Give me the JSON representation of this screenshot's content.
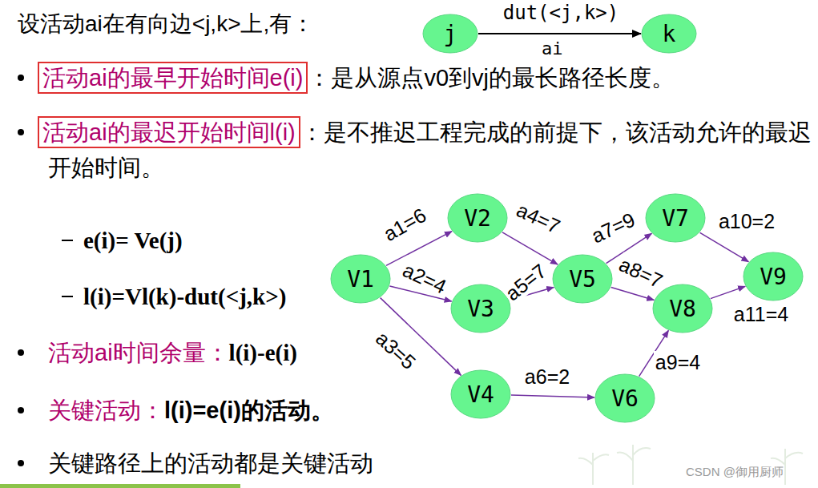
{
  "diagram": {
    "nodes": [
      {
        "text": [
          "j"
        ]
      },
      {
        "text": [
          "k"
        ]
      },
      {
        "text": [
          "V1"
        ]
      },
      {
        "text": [
          "V2"
        ]
      },
      {
        "text": [
          "V3"
        ]
      },
      {
        "text": [
          "V4"
        ]
      },
      {
        "text": [
          "V5"
        ]
      },
      {
        "text": [
          "V6"
        ]
      },
      {
        "text": [
          "V7"
        ]
      },
      {
        "text": [
          "V8"
        ]
      },
      {
        "text": [
          "V9"
        ]
      }
    ],
    "edges": [
      {
        "from": 0,
        "to": 1,
        "arrow": "to",
        "label": "dut(<j,k>)"
      },
      {
        "from": 2,
        "to": 3,
        "arrow": "to",
        "label": "a1=6"
      },
      {
        "from": 2,
        "to": 4,
        "arrow": "to",
        "label": "a2=4"
      },
      {
        "from": 2,
        "to": 5,
        "arrow": "to",
        "label": "a3=5"
      },
      {
        "from": 3,
        "to": 6,
        "arrow": "to",
        "label": "a4=7"
      },
      {
        "from": 4,
        "to": 6,
        "arrow": "to",
        "label": "a5=7"
      },
      {
        "from": 5,
        "to": 7,
        "arrow": "to",
        "label": "a6=2"
      },
      {
        "from": 6,
        "to": 8,
        "arrow": "to",
        "label": "a7=9"
      },
      {
        "from": 6,
        "to": 9,
        "arrow": "to",
        "label": "a8=7"
      },
      {
        "from": 7,
        "to": 9,
        "arrow": "to",
        "label": "a9=4"
      },
      {
        "from": 8,
        "to": 10,
        "arrow": "to",
        "label": "a10=2"
      },
      {
        "from": 9,
        "to": 10,
        "arrow": "to",
        "label": "a11=4"
      }
    ],
    "labels": [
      "设活动ai在有向边<j,k>上,有：",
      "ai",
      "活动ai的最早开始时间e(i)",
      "：是从源点v0到vj的最长路径长度。",
      "活动ai的最迟开始时间l(i)",
      "：是不推迟工程完成的前提下，该活动允许的最迟开始时间。",
      "e(i)= Ve(j)",
      "l(i)=Vl(k)-dut(<j,k>)",
      "活动ai时间余量：",
      "l(i)-e(i)",
      "关键活动：",
      "l(i)=e(i)的活动。",
      "关键路径上的活动都是关键活动",
      "CSDN @御用厨师"
    ]
  }
}
